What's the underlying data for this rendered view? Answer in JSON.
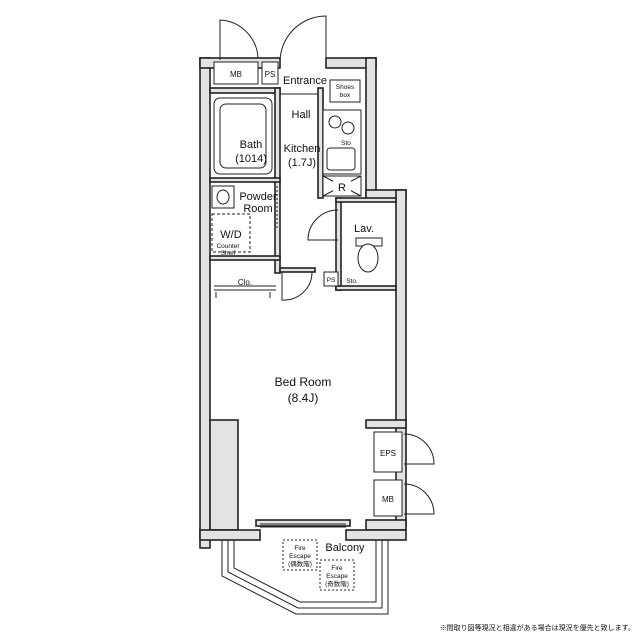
{
  "rooms": {
    "entrance": "Entrance",
    "hall": "Hall",
    "kitchen": "Kitchen",
    "kitchen_size": "(1.7J)",
    "bath": "Bath",
    "bath_size": "(1014)",
    "powder_line1": "Powder",
    "powder_line2": "Room",
    "wd": "W/D",
    "counter_line1": "Counter",
    "counter_line2": "Shelf",
    "clo": "Clo.",
    "lav": "Lav.",
    "bedroom": "Bed Room",
    "bedroom_size": "(8.4J)",
    "balcony": "Balcony"
  },
  "fixtures": {
    "mb_top": "MB",
    "ps_top": "PS",
    "shoes_line1": "Shoes",
    "shoes_line2": "box",
    "sto_kitchen": "Sto",
    "refrigerator": "R",
    "ps_lav": "PS",
    "sto_lav": "Sto.",
    "eps": "EPS",
    "mb_right": "MB",
    "fire_escape_1_line1": "Fire",
    "fire_escape_1_line2": "Escape",
    "fire_escape_1_line3": "(偶数階)",
    "fire_escape_2_line1": "Fire",
    "fire_escape_2_line2": "Escape",
    "fire_escape_2_line3": "(奇数階)"
  },
  "footer_note": "※間取り図等現況と相違がある場合は現況を優先と致します。"
}
